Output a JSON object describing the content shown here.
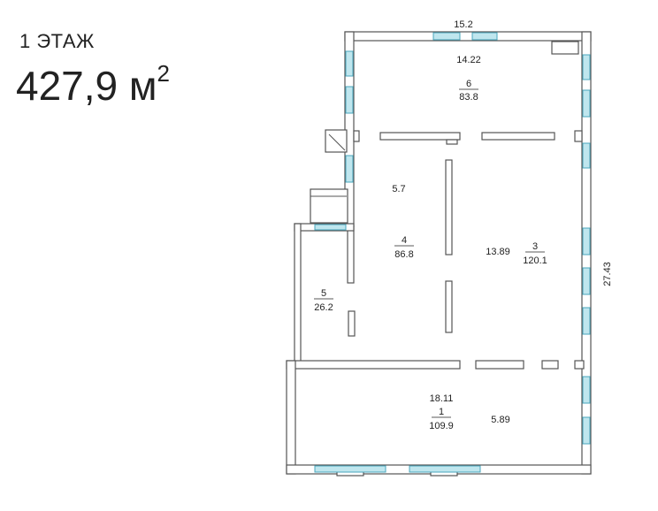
{
  "header": {
    "floor_label": "1 ЭТАЖ",
    "area_value": "427,9 м",
    "area_unit_sup": "2"
  },
  "plan": {
    "dimensions": {
      "top_width": "15.2",
      "right_height": "27.43",
      "room6_width": "14.22",
      "room4_width": "5.7",
      "room3_width": "13.89",
      "room1_width": "18.11",
      "room1_depth": "5.89"
    },
    "rooms": [
      {
        "number": "6",
        "area": "83.8"
      },
      {
        "number": "4",
        "area": "86.8"
      },
      {
        "number": "3",
        "area": "120.1"
      },
      {
        "number": "5",
        "area": "26.2"
      },
      {
        "number": "1",
        "area": "109.9"
      }
    ],
    "colors": {
      "wall": "#555555",
      "window": "#bfe6ee"
    }
  }
}
